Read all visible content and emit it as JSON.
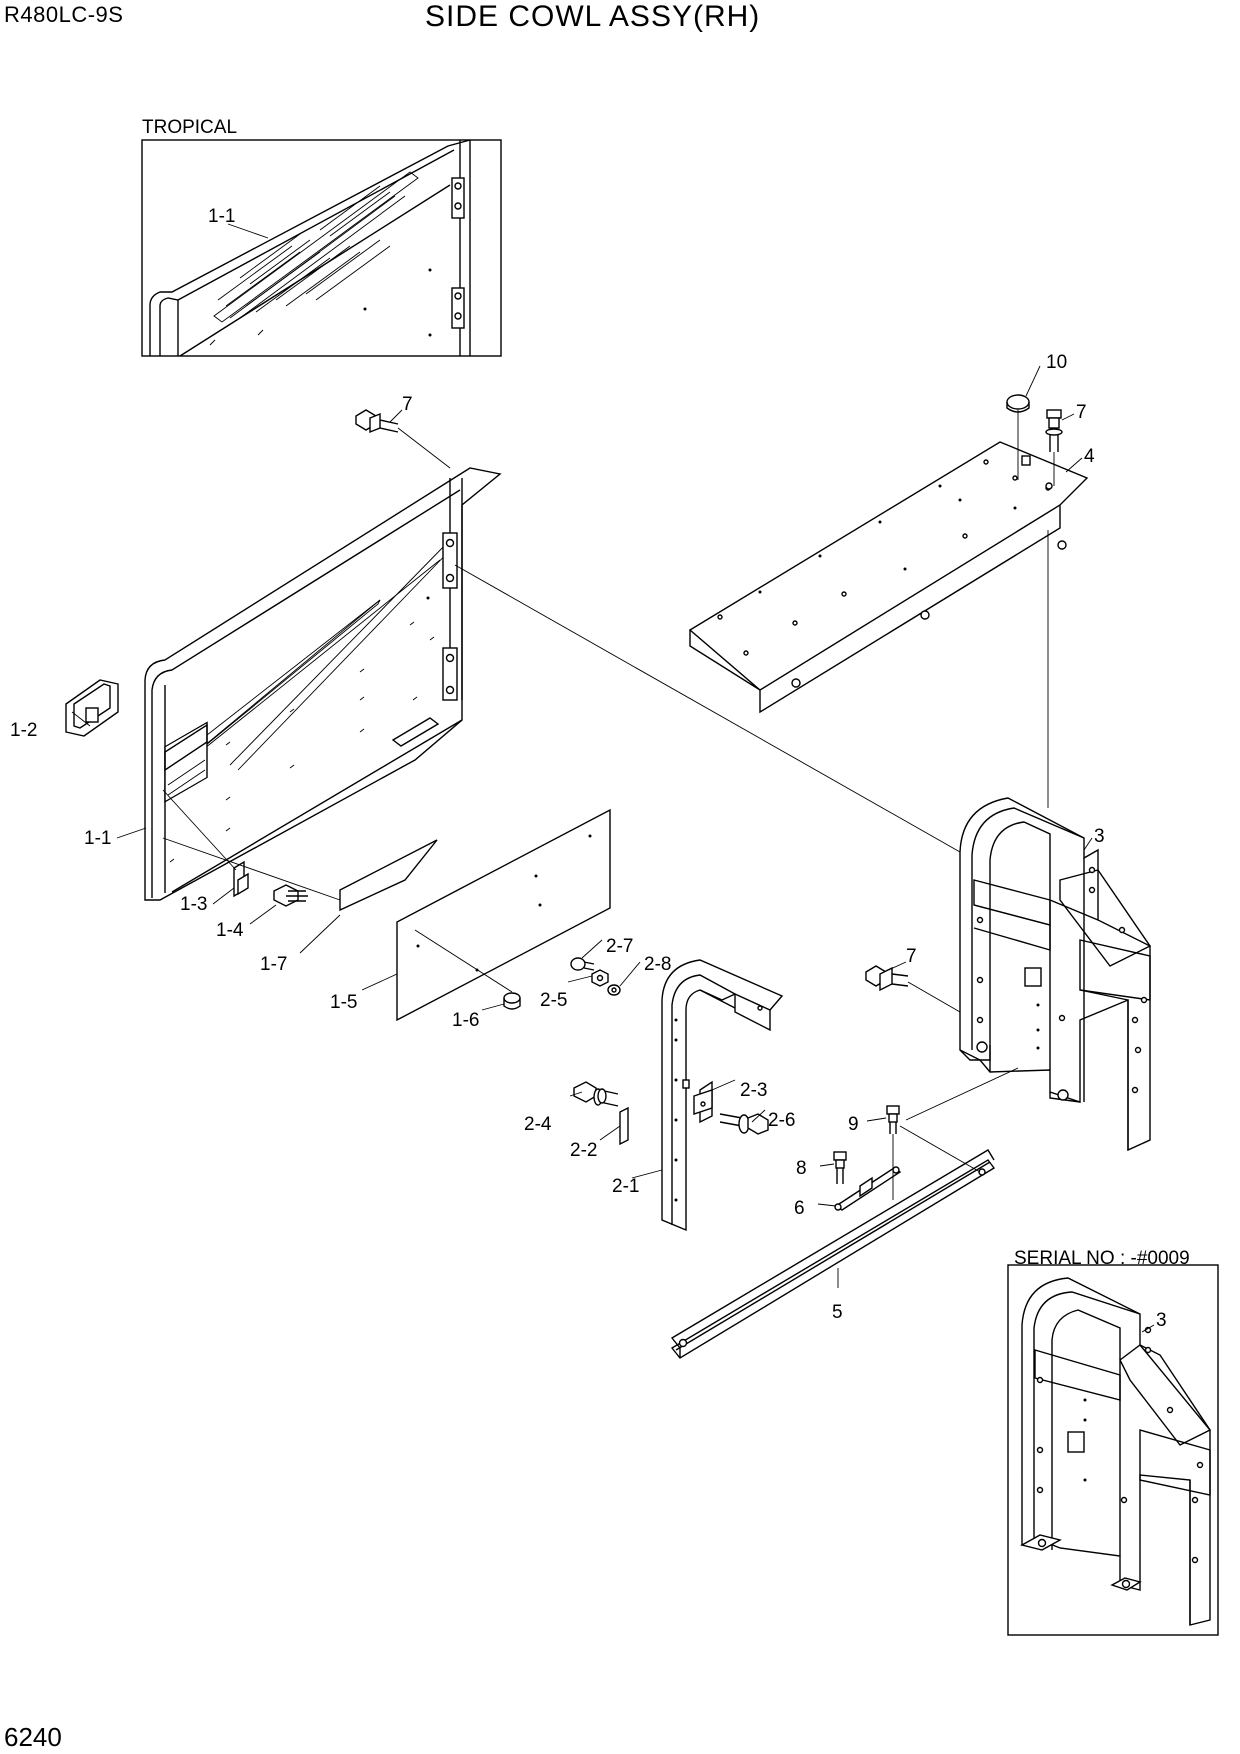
{
  "header": {
    "model": "R480LC-9S",
    "title": "SIDE COWL ASSY(RH)"
  },
  "footer": {
    "page_number": "6240"
  },
  "insets": {
    "tropical": {
      "label": "TROPICAL",
      "callout": "1-1"
    },
    "serial": {
      "label": "SERIAL NO : -#0009",
      "callout": "3"
    }
  },
  "callouts": {
    "c10": "10",
    "c7a": "7",
    "c7b": "7",
    "c7c": "7",
    "c4": "4",
    "c3": "3",
    "c1_1": "1-1",
    "c1_2": "1-2",
    "c1_3": "1-3",
    "c1_4": "1-4",
    "c1_5": "1-5",
    "c1_6": "1-6",
    "c1_7": "1-7",
    "c2_1": "2-1",
    "c2_2": "2-2",
    "c2_3": "2-3",
    "c2_4": "2-4",
    "c2_5": "2-5",
    "c2_6": "2-6",
    "c2_7": "2-7",
    "c2_8": "2-8",
    "c5": "5",
    "c6": "6",
    "c8": "8",
    "c9": "9"
  }
}
